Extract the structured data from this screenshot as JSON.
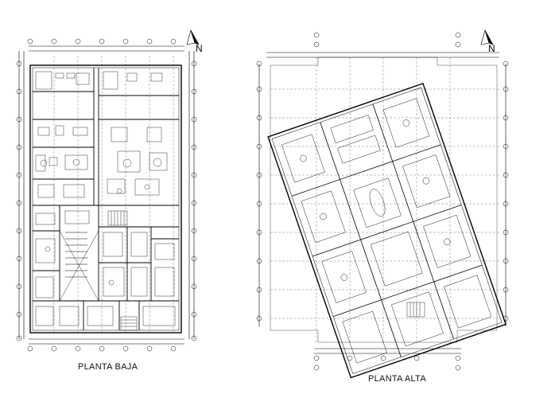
{
  "plans": [
    {
      "caption": "PLANTA BAJA",
      "north": "N"
    },
    {
      "caption": "PLANTA ALTA",
      "north": "N"
    }
  ],
  "colors": {
    "line": "#000000",
    "background": "#ffffff"
  }
}
